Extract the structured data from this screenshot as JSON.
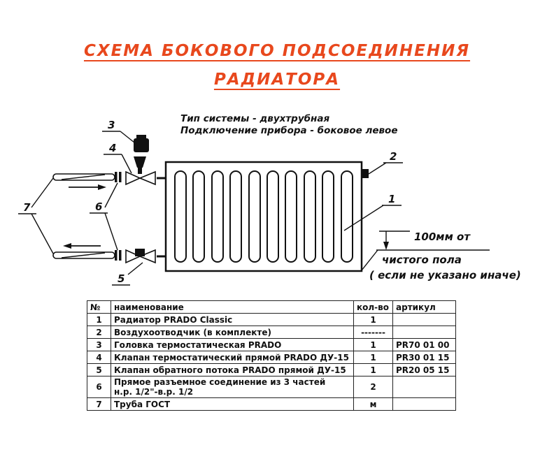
{
  "colors": {
    "title": "#e8481d",
    "line": "#111111"
  },
  "title": {
    "line1": "СХЕМА БОКОВОГО ПОДСОЕДИНЕНИЯ",
    "line2": "РАДИАТОРА"
  },
  "subtitle": {
    "line1": "Тип системы - двухтрубная",
    "line2": "Подключение прибора - боковое левое"
  },
  "diagram": {
    "callouts": {
      "c1": "1",
      "c2": "2",
      "c3": "3",
      "c4": "4",
      "c5": "5",
      "c6": "6",
      "c7": "7"
    },
    "floor_note": {
      "line1": "100мм от",
      "line2": "чистого пола",
      "line3": "( если  не  указано  иначе)"
    }
  },
  "table": {
    "headers": {
      "num": "№",
      "name": "наименование",
      "qty": "кол-во",
      "art": "артикул"
    },
    "rows": [
      {
        "num": "1",
        "name": "Радиатор PRADO Classic",
        "qty": "1",
        "art": ""
      },
      {
        "num": "2",
        "name": "Воздухоотводчик (в комплекте)",
        "qty": "-------",
        "art": ""
      },
      {
        "num": "3",
        "name": "Головка термостатическая PRADO",
        "qty": "1",
        "art": "PR70 01 00"
      },
      {
        "num": "4",
        "name": "Клапан термостатический прямой PRADO ДУ-15",
        "qty": "1",
        "art": "PR30 01 15"
      },
      {
        "num": "5",
        "name": "Клапан обратного потока PRADO прямой ДУ-15",
        "qty": "1",
        "art": "PR20 05 15"
      },
      {
        "num": "6",
        "name": "Прямое разъемное соединение из 3 частей\nн.р. 1/2\"-в.р. 1/2",
        "qty": "2",
        "art": ""
      },
      {
        "num": "7",
        "name": "Труба ГОСТ",
        "qty": "м",
        "art": ""
      }
    ]
  }
}
